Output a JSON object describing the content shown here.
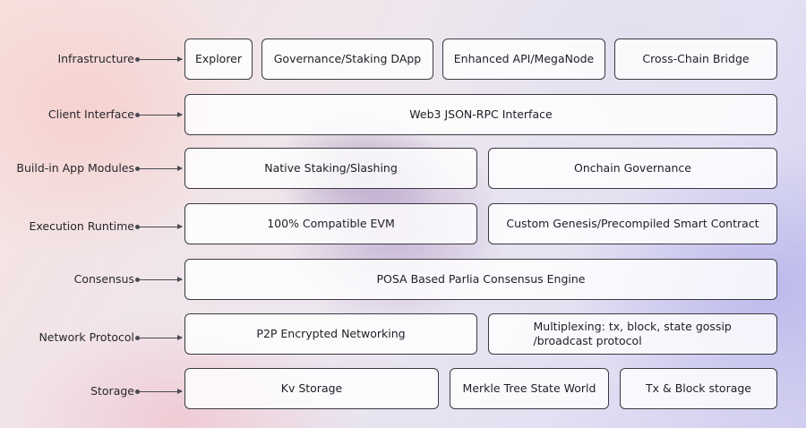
{
  "layers": [
    {
      "label": "Infrastructure",
      "boxes": [
        "Explorer",
        "Governance/Staking DApp",
        "Enhanced API/MegaNode",
        "Cross-Chain Bridge"
      ]
    },
    {
      "label": "Client Interface",
      "boxes": [
        "Web3 JSON-RPC Interface"
      ]
    },
    {
      "label": "Build-in App Modules",
      "boxes": [
        "Native Staking/Slashing",
        "Onchain Governance"
      ]
    },
    {
      "label": "Execution Runtime",
      "boxes": [
        "100% Compatible EVM",
        "Custom Genesis/Precompiled Smart Contract"
      ]
    },
    {
      "label": "Consensus",
      "boxes": [
        "POSA Based Parlia Consensus Engine"
      ]
    },
    {
      "label": "Network Protocol",
      "boxes": [
        "P2P Encrypted Networking",
        "Multiplexing: tx, block, state gossip /broadcast protocol"
      ]
    },
    {
      "label": "Storage",
      "boxes": [
        "Kv Storage",
        "Merkle Tree State World",
        "Tx & Block storage"
      ]
    }
  ]
}
